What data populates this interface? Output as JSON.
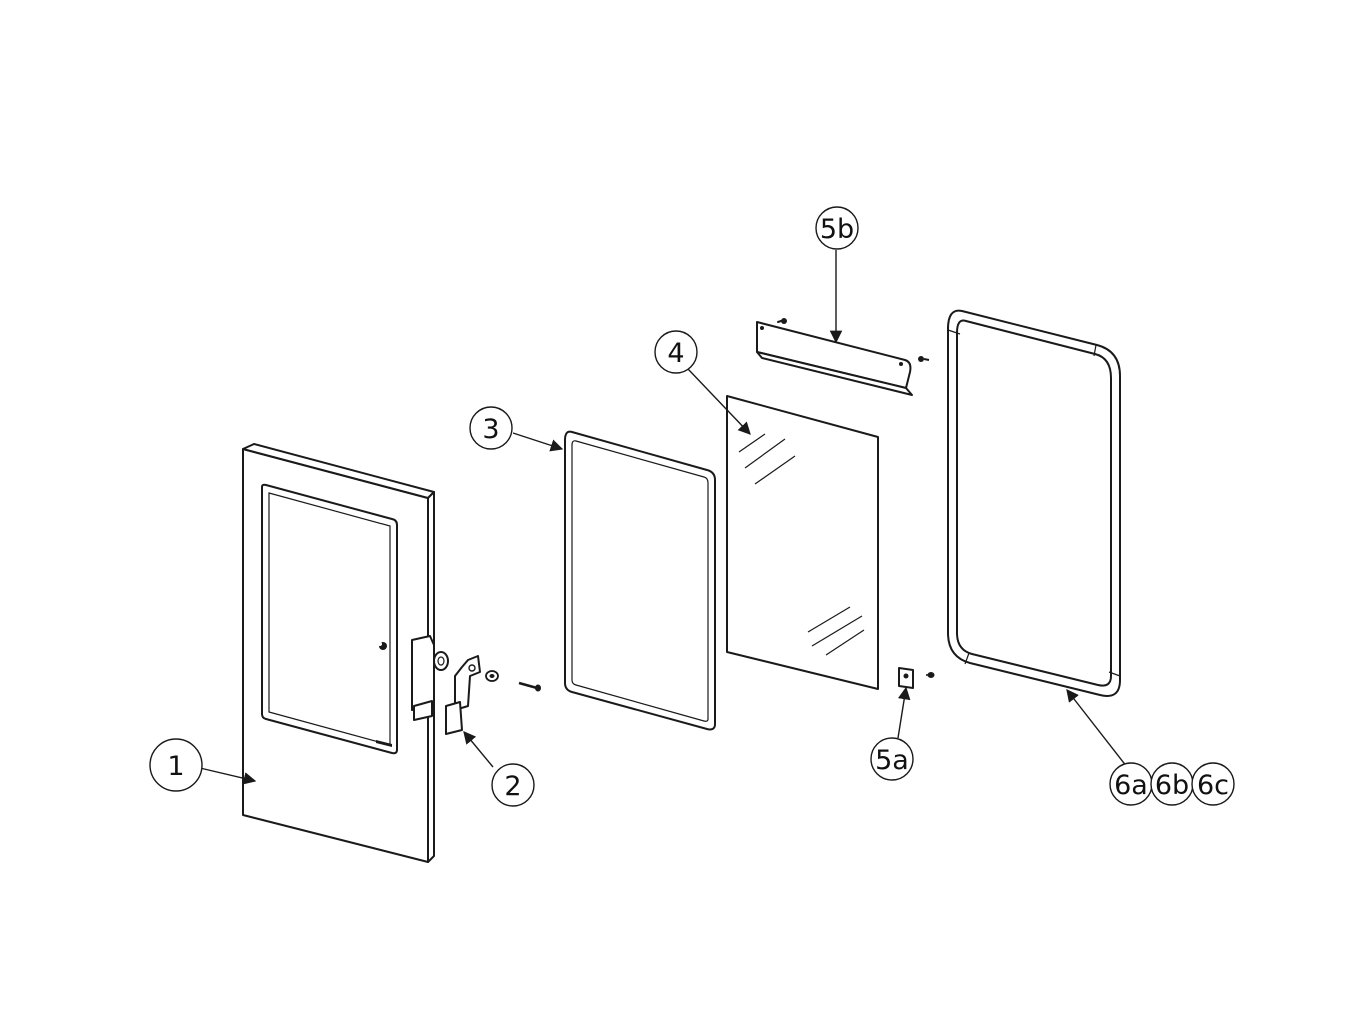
{
  "callouts": [
    {
      "id": "1",
      "label": "1"
    },
    {
      "id": "2",
      "label": "2"
    },
    {
      "id": "3",
      "label": "3"
    },
    {
      "id": "4",
      "label": "4"
    },
    {
      "id": "5a",
      "label": "5a"
    },
    {
      "id": "5b",
      "label": "5b"
    },
    {
      "id": "6a",
      "label": "6a"
    },
    {
      "id": "6b",
      "label": "6b"
    },
    {
      "id": "6c",
      "label": "6c"
    }
  ],
  "colors": {
    "line": "#1a1a1a",
    "background": "#ffffff"
  }
}
